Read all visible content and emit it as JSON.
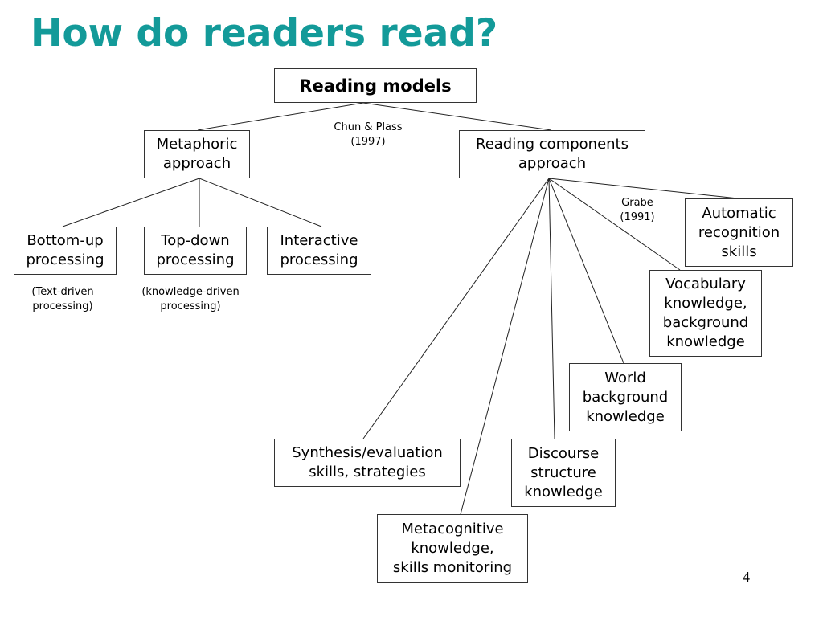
{
  "slide": {
    "title": "How do readers read?",
    "page_number": "4",
    "title_color": "#139a99"
  },
  "diagram": {
    "root": "Reading models",
    "metaphoric": "Metaphoric\napproach",
    "components": "Reading components\napproach",
    "bottom_up": "Bottom-up\nprocessing",
    "top_down": "Top-down\nprocessing",
    "interactive": "Interactive\nprocessing",
    "automatic": "Automatic\nrecognition\nskills",
    "vocabulary": "Vocabulary\nknowledge,\nbackground\nknowledge",
    "world": "World\nbackground\nknowledge",
    "synthesis": "Synthesis/evaluation\nskills, strategies",
    "discourse": "Discourse\nstructure\nknowledge",
    "metacognitive": "Metacognitive\nknowledge,\nskills monitoring"
  },
  "notes": {
    "chun_plass": "Chun & Plass\n(1997)",
    "grabe": "Grabe\n(1991)",
    "text_driven": "(Text-driven\nprocessing)",
    "knowledge_driven": "(knowledge-driven\nprocessing)"
  }
}
